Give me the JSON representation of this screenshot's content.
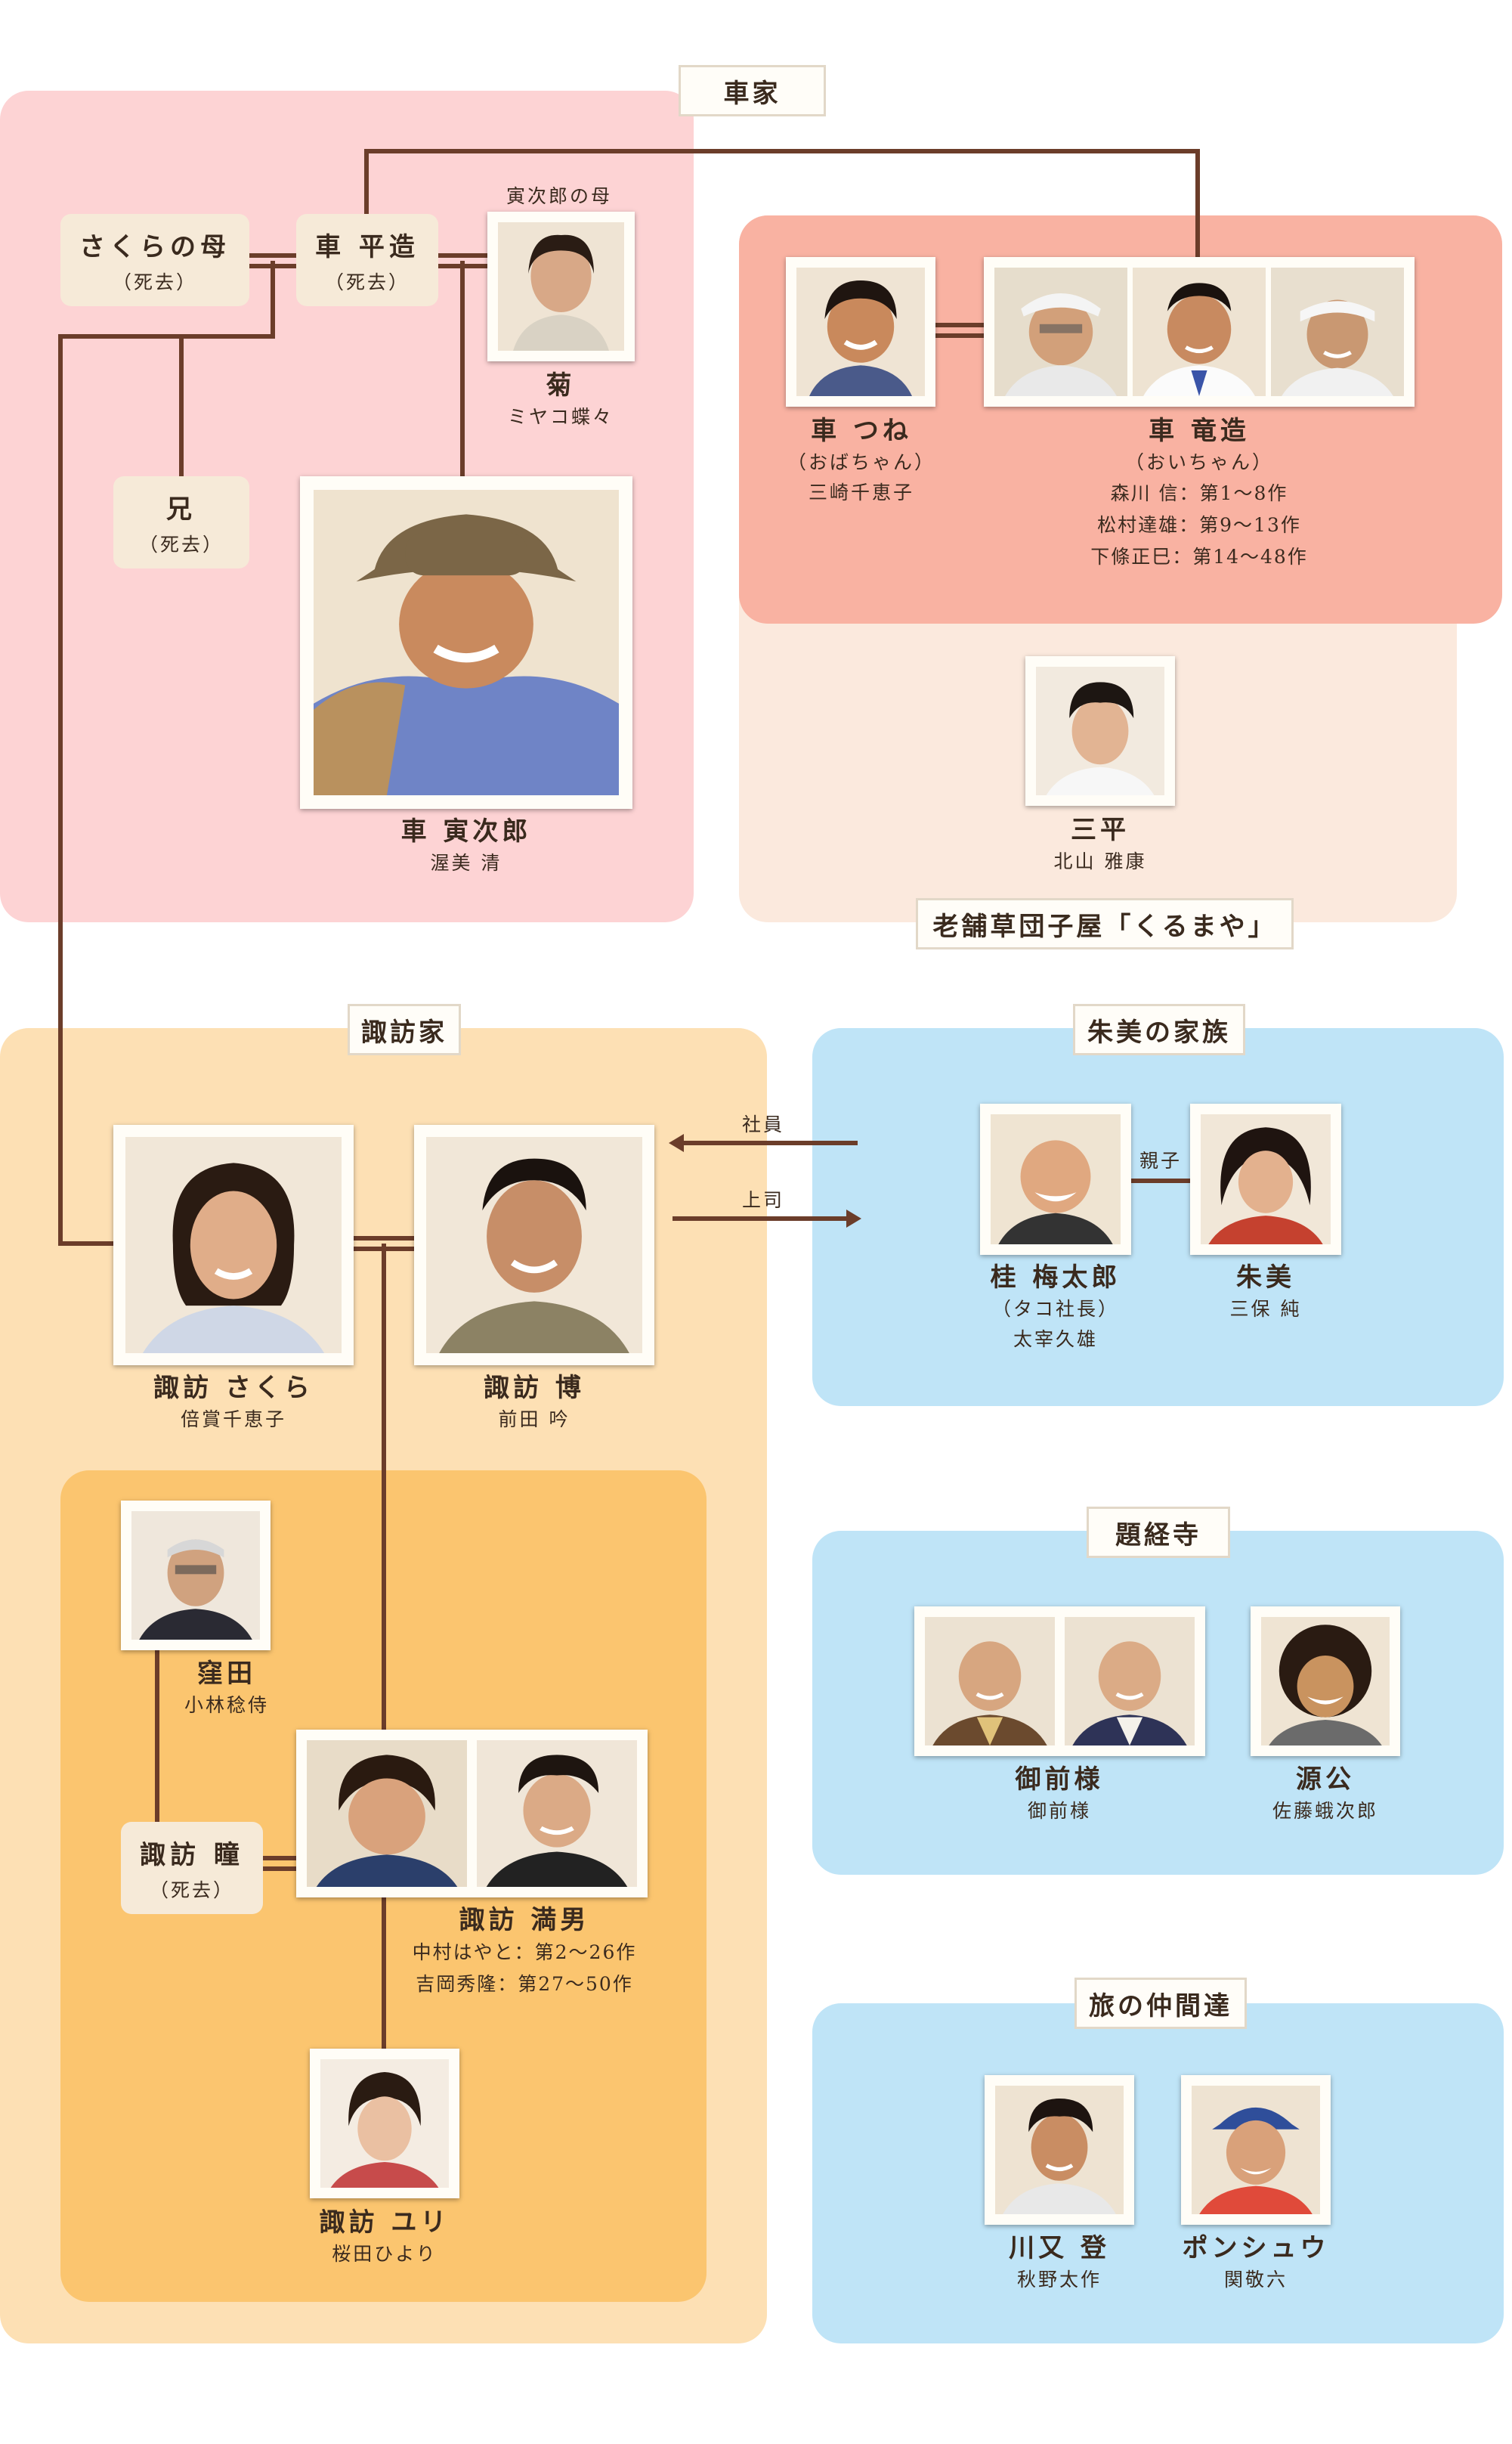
{
  "families": {
    "kuruma": "車家",
    "kurumaya": "老舗草団子屋「くるまや」",
    "suwa": "諏訪家",
    "akemi": "朱美の家族",
    "daikyoji": "題経寺",
    "tabi": "旅の仲間達"
  },
  "people": {
    "sakura_mother": {
      "name": "さくらの母",
      "sub": "（死去）"
    },
    "heizo": {
      "name": "車 平造",
      "sub": "（死去）"
    },
    "torajiro_mother_caption": "寅次郎の母",
    "kiku": {
      "name": "菊",
      "actor": "ミヤコ蝶々"
    },
    "ani": {
      "name": "兄",
      "sub": "（死去）"
    },
    "torajiro": {
      "name": "車 寅次郎",
      "actor": "渥美 清"
    },
    "tsune": {
      "name": "車 つね",
      "sub": "（おばちゃん）",
      "actor": "三崎千恵子"
    },
    "ryuzo": {
      "name": "車 竜造",
      "sub": "（おいちゃん）",
      "actors": [
        "森川 信：第1〜8作",
        "松村達雄：第9〜13作",
        "下條正巳：第14〜48作"
      ]
    },
    "sanpei": {
      "name": "三平",
      "actor": "北山 雅康"
    },
    "sakura": {
      "name": "諏訪 さくら",
      "actor": "倍賞千恵子"
    },
    "hiroshi": {
      "name": "諏訪 博",
      "actor": "前田 吟"
    },
    "kubota": {
      "name": "窪田",
      "actor": "小林稔侍"
    },
    "hitomi": {
      "name": "諏訪 瞳",
      "sub": "（死去）"
    },
    "mitsuo": {
      "name": "諏訪 満男",
      "actors": [
        "中村はやと：第2〜26作",
        "吉岡秀隆：第27〜50作"
      ]
    },
    "yuri": {
      "name": "諏訪 ユリ",
      "actor": "桜田ひより"
    },
    "katsura": {
      "name": "桂 梅太郎",
      "sub": "（タコ社長）",
      "actor": "太宰久雄"
    },
    "akemi": {
      "name": "朱美",
      "actor": "三保 純"
    },
    "gozensama": {
      "name": "御前様",
      "actor": "御前様"
    },
    "genko": {
      "name": "源公",
      "actor": "佐藤蛾次郎"
    },
    "kawamata": {
      "name": "川又 登",
      "actor": "秋野太作"
    },
    "ponshu": {
      "name": "ポンシュウ",
      "actor": "関敬六"
    }
  },
  "relations": {
    "shain": "社員",
    "joshi": "上司",
    "oyako": "親子"
  },
  "colors": {
    "kuruma_bg": "#fdd3d4",
    "kurumaya_bg": "#fbe9dd",
    "kurumaya_inner": "#f9b2a2",
    "suwa_bg": "#fde0b4",
    "suwa_inner": "#fbc56f",
    "blue_bg": "#bfe4f7",
    "line": "#6b3d2a"
  }
}
